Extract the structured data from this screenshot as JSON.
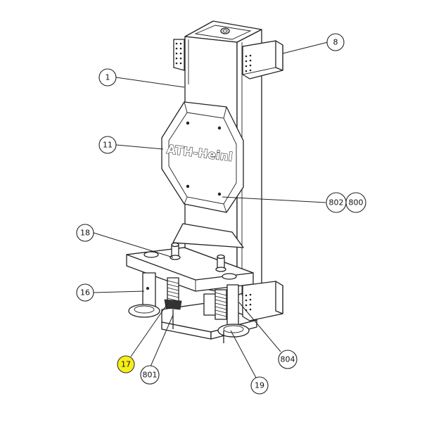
{
  "brand_label": "ATH-Heinl",
  "highlight_color": "#f6ee1a",
  "callouts": [
    {
      "id": "c1",
      "label": "1"
    },
    {
      "id": "c8",
      "label": "8"
    },
    {
      "id": "c11",
      "label": "11"
    },
    {
      "id": "c802",
      "label": "802"
    },
    {
      "id": "c800",
      "label": "800"
    },
    {
      "id": "c18",
      "label": "18"
    },
    {
      "id": "c16",
      "label": "16"
    },
    {
      "id": "c17",
      "label": "17",
      "highlighted": true
    },
    {
      "id": "c801",
      "label": "801"
    },
    {
      "id": "c804",
      "label": "804"
    },
    {
      "id": "c19",
      "label": "19"
    }
  ]
}
